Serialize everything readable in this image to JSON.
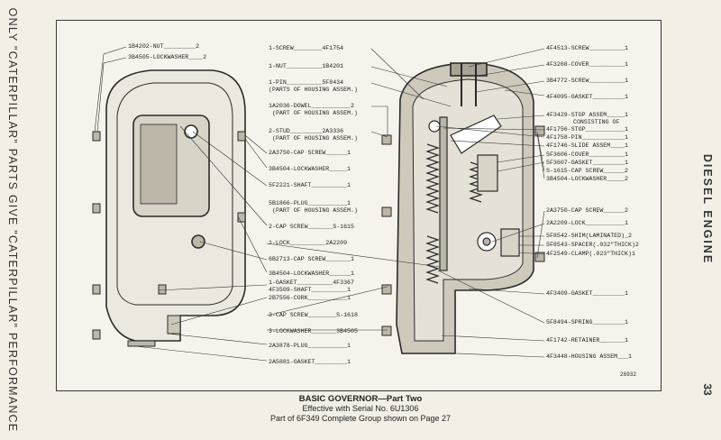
{
  "side_left": "ONLY \"CATERPILLAR\" PARTS GIVE \"CATERPILLAR\" PERFORMANCE",
  "side_right": "DIESEL ENGINE",
  "page_number": "33",
  "fig_number": "26932",
  "caption": {
    "title": "BASIC GOVERNOR—Part Two",
    "line1": "Effective with Serial No. 6U1306",
    "line2": "Part of 6F349 Complete Group shown on Page 27"
  },
  "labels_left": [
    "1B4202-NUT_________2",
    "3B4505-LOCKWASHER____2"
  ],
  "labels_mid": [
    "1-SCREW________4F1754",
    "1-NUT__________1B4201",
    "1-PIN__________5F8434",
    "(PARTS OF HOUSING ASSEM.)",
    "1A2036-DOWEL___________2",
    "(PART OF HOUSING ASSEM.)",
    "2-STUD_________2A3336",
    "(PART OF HOUSING ASSEM.)",
    "2A3750-CAP SCREW______1",
    "3B4504-LOCKWASHER_____1",
    "5F2221-SHAFT__________1",
    "5B1866-PLUG___________1",
    "(PART OF HOUSING ASSEM.)",
    "2-CAP SCREW_______S-1615",
    "1-LOCK__________2A2209",
    "6B2713-CAP SCREW_______1",
    "3B4504-LOCKWASHER______1",
    "1-GASKET__________4F3367",
    "4F3509-SHAFT__________1",
    "2B7556-CORK___________1",
    "3-CAP SCREW________S-1618",
    "3-LOCKWASHER_______3B4505",
    "2A3878-PLUG___________1",
    "2A5881-GASKET_________1"
  ],
  "labels_right": [
    "4F4513-SCREW__________1",
    "4F3268-COVER__________1",
    "3B4772-SCREW__________1",
    "4F4095-GASKET_________1",
    "4F3429-STOP ASSEM_____1",
    "CONSISTING OF",
    "4F1756-STOP___________1",
    "4F1758-PIN____________1",
    "4F1746-SLIDE ASSEM____1",
    "5F3606-COVER__________1",
    "5F3607-GASKET_________1",
    "S-1615-CAP SCREW______2",
    "3B4504-LOCKWASHER_____2",
    "2A3750-CAP SCREW______2",
    "2A2209-LOCK___________1",
    "5F8542-SHIM(LAMINATED)_2",
    "5F8543-SPACER(.032\"THICK)2",
    "4F2549-CLAMP(.023\"THICK)1",
    "4F3409-GASKET_________1",
    "5F8494-SPRING_________1",
    "4F1742-RETAINER_______1",
    "4F3448-HOUSING ASSEM___1"
  ]
}
